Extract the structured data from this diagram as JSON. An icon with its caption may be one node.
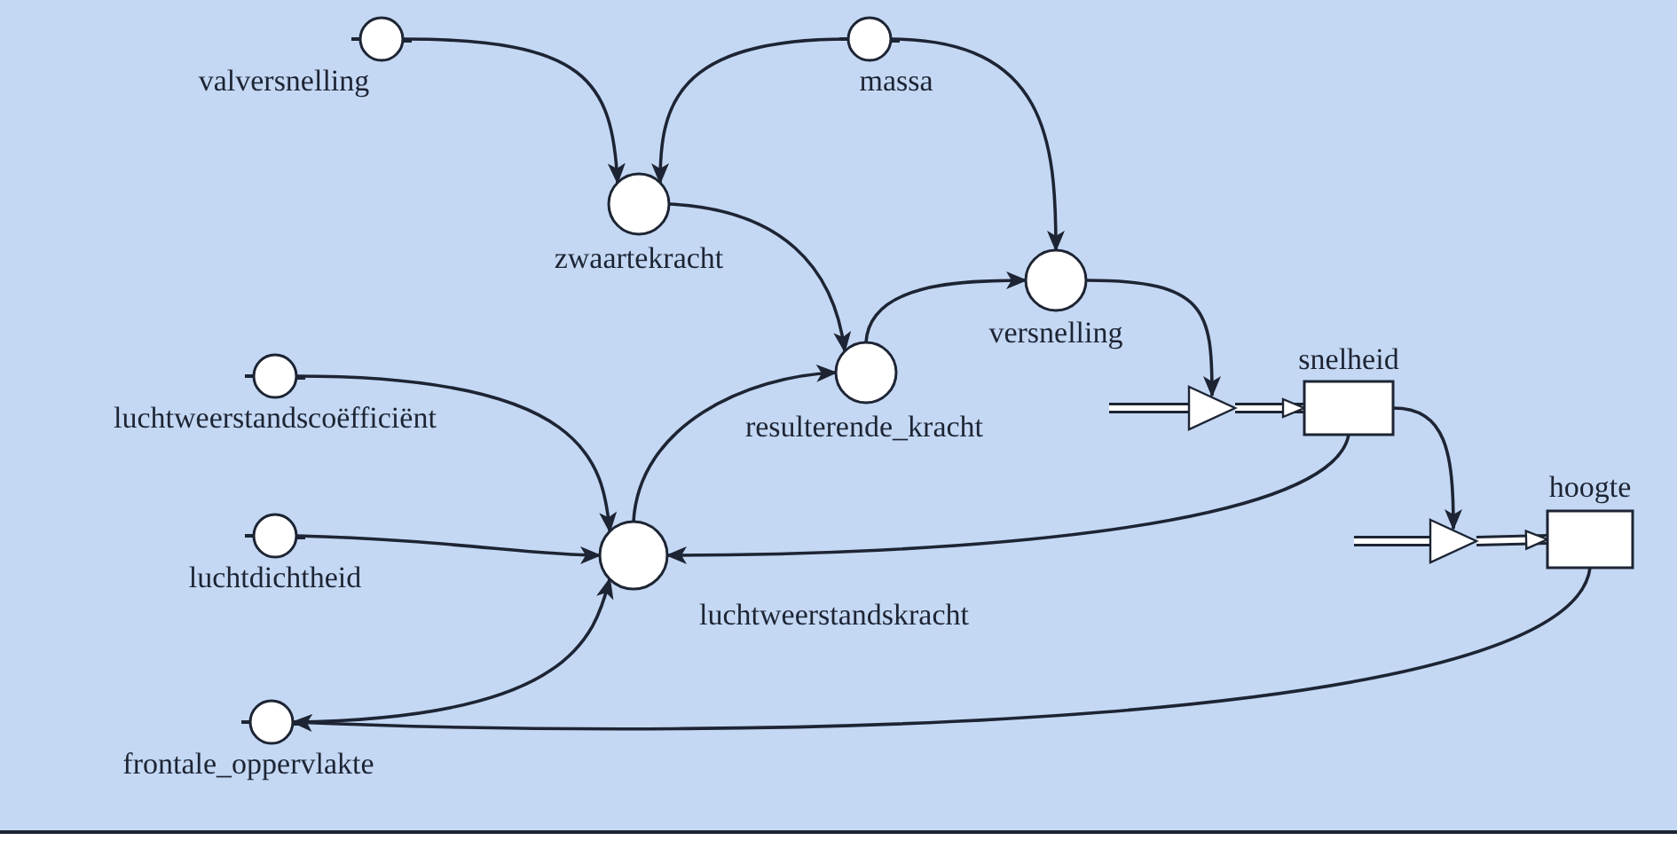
{
  "diagram": {
    "nodes": [
      {
        "text": [
          "valversnelling"
        ]
      },
      {
        "text": [
          "massa"
        ]
      },
      {
        "text": [
          "zwaartekracht"
        ]
      },
      {
        "text": [
          "versnelling"
        ]
      },
      {
        "text": [
          "resulterende_kracht"
        ]
      },
      {
        "text": [],
        "shape": "triangle"
      },
      {
        "text": [
          "snelheid"
        ]
      },
      {
        "text": [
          "luchtweerstandscoëfficiënt"
        ]
      },
      {
        "text": [],
        "shape": "triangle"
      },
      {
        "text": [
          "hoogte"
        ]
      },
      {
        "text": [
          "luchtdichtheid"
        ]
      },
      {
        "text": [
          "luchtweerstandskracht"
        ]
      },
      {
        "text": [
          "frontale_oppervlakte"
        ]
      }
    ],
    "edges": [
      {
        "from": 0,
        "to": 2,
        "arrow": "to"
      },
      {
        "from": 1,
        "to": 2,
        "arrow": "to"
      },
      {
        "from": 1,
        "to": 3,
        "arrow": "to"
      },
      {
        "from": 2,
        "to": 4,
        "arrow": "to"
      },
      {
        "from": 4,
        "to": 3,
        "arrow": "to"
      },
      {
        "from": 3,
        "to": 5,
        "arrow": "to"
      },
      {
        "from": null,
        "to": 5,
        "arrow": "none",
        "style": "thick"
      },
      {
        "from": 5,
        "to": 6,
        "arrow": "to",
        "style": "thick"
      },
      {
        "from": 6,
        "to": 8,
        "arrow": "to"
      },
      {
        "from": null,
        "to": 8,
        "arrow": "none",
        "style": "thick"
      },
      {
        "from": 8,
        "to": 9,
        "arrow": "to",
        "style": "thick"
      },
      {
        "from": 6,
        "to": 11,
        "arrow": "to"
      },
      {
        "from": 9,
        "to": 12,
        "arrow": "to"
      },
      {
        "from": 7,
        "to": 11,
        "arrow": "to"
      },
      {
        "from": 10,
        "to": 11,
        "arrow": "to"
      },
      {
        "from": 12,
        "to": 11,
        "arrow": "to"
      },
      {
        "from": 11,
        "to": 4,
        "arrow": "to"
      }
    ]
  }
}
